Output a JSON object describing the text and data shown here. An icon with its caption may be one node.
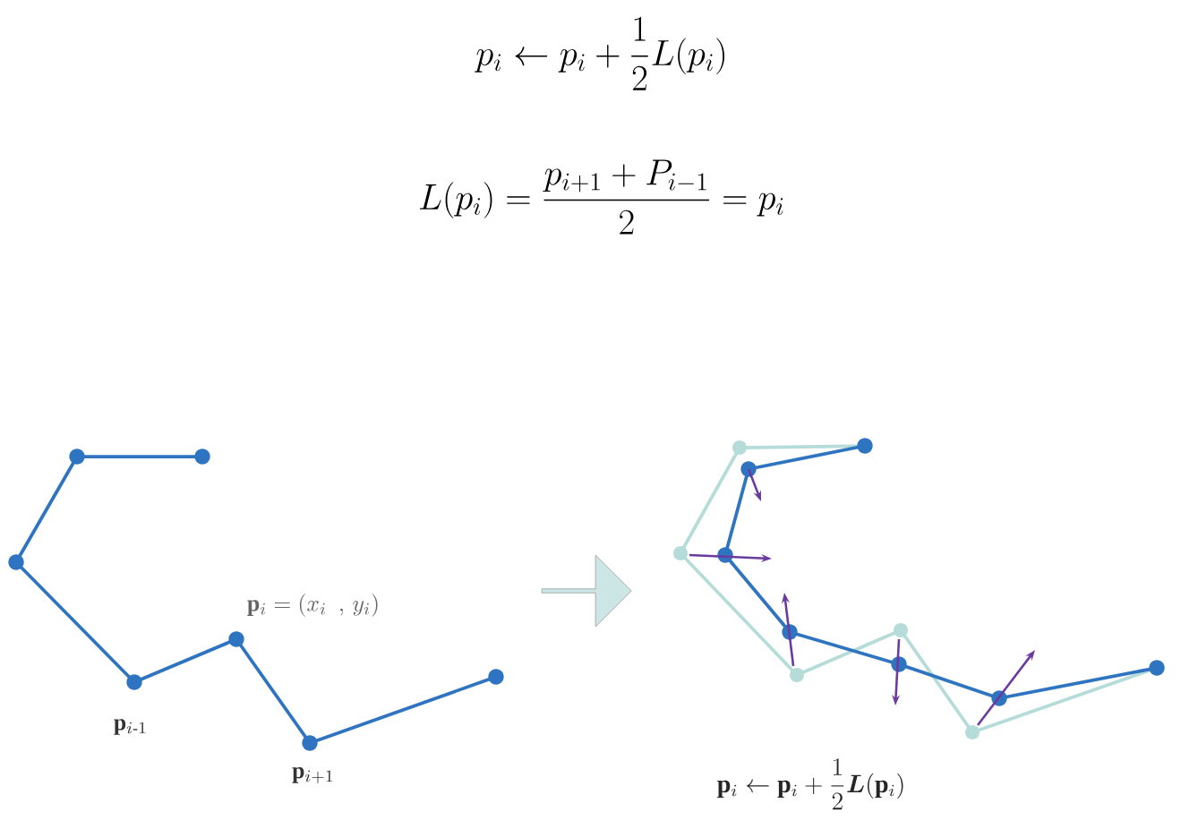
{
  "diagram": {
    "labels": [
      "p_i \\leftarrow p_i + \\frac{1}{2}L(p_i)",
      "L(p_i) = \\frac{p_{i+1} + P_{i-1}}{2} = p_i",
      "\\mathbf{p}_i = (x_i\\ \\ ,\\, y_i)",
      "\\mathbf{p}_{i\\text{-}1}",
      "\\mathbf{p}_{i+1}",
      "\\mathbf{p}_i \\leftarrow \\mathbf{p}_i + \\frac{1}{2}\\boldsymbol{L}(\\mathbf{p}_i)"
    ]
  }
}
